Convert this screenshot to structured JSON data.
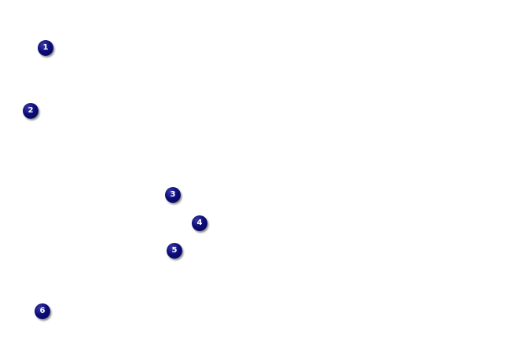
{
  "callouts": [
    {
      "label": "1",
      "color": "#0d0d7a"
    },
    {
      "label": "2",
      "color": "#0d0d7a"
    },
    {
      "label": "3",
      "color": "#0d0d7a"
    },
    {
      "label": "4",
      "color": "#0d0d7a"
    },
    {
      "label": "5",
      "color": "#0d0d7a"
    },
    {
      "label": "6",
      "color": "#0d0d7a"
    }
  ]
}
